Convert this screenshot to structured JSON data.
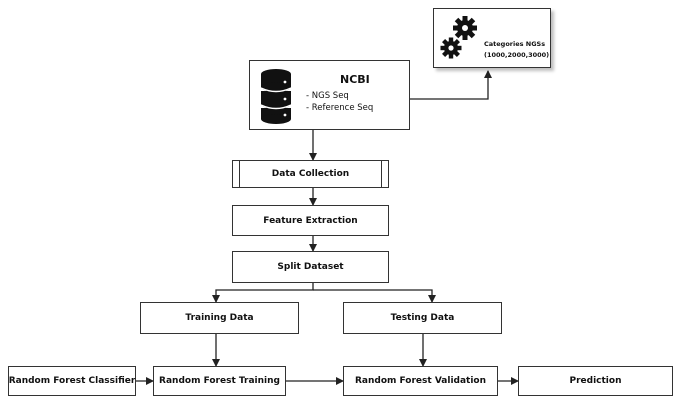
{
  "source": {
    "title": "NCBI",
    "items": [
      "- NGS Seq",
      "- Reference Seq"
    ],
    "icon": "database-icon"
  },
  "categories": {
    "label_line1": "Categories NGSs",
    "label_line2": "(1000,2000,3000)",
    "icon": "gears-icon"
  },
  "steps": {
    "data_collection": "Data Collection",
    "feature_extraction": "Feature Extraction",
    "split_dataset": "Split Dataset",
    "training_data": "Training Data",
    "testing_data": "Testing Data",
    "rf_classifier": "Random Forest Classifier",
    "rf_training": "Random Forest Training",
    "rf_validation": "Random Forest Validation",
    "prediction": "Prediction"
  },
  "colors": {
    "line": "#222222",
    "border": "#333333",
    "icon": "#111111"
  }
}
